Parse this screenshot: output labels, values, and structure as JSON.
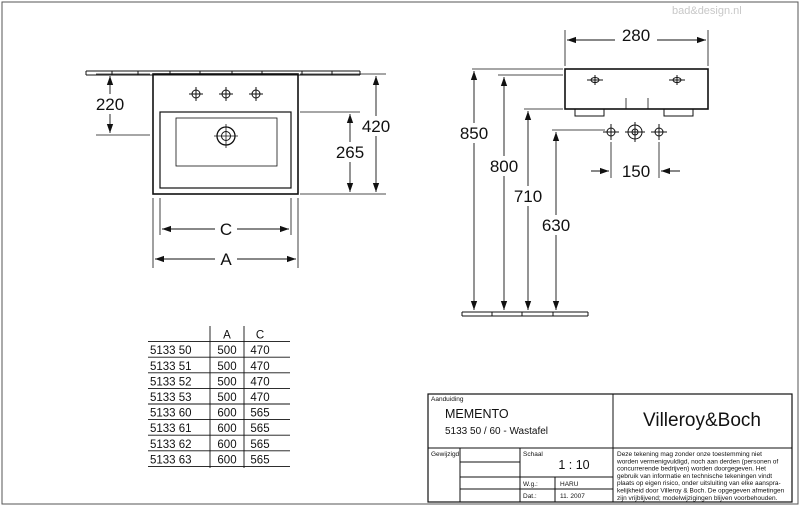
{
  "watermark": "bad&design.nl",
  "front_view": {
    "dim_tap_height": "220",
    "dim_total_height": "420",
    "dim_bowl_height": "265",
    "dim_inner_width": "C",
    "dim_outer_width": "A"
  },
  "side_view": {
    "dim_depth": "280",
    "dim_850": "850",
    "dim_800": "800",
    "dim_710": "710",
    "dim_630": "630",
    "dim_150": "150"
  },
  "variant_table": {
    "headers": [
      "",
      "A",
      "C"
    ],
    "rows": [
      [
        "5133 50",
        "500",
        "470"
      ],
      [
        "5133 51",
        "500",
        "470"
      ],
      [
        "5133 52",
        "500",
        "470"
      ],
      [
        "5133 53",
        "500",
        "470"
      ],
      [
        "5133 60",
        "600",
        "565"
      ],
      [
        "5133 61",
        "600",
        "565"
      ],
      [
        "5133 62",
        "600",
        "565"
      ],
      [
        "5133 63",
        "600",
        "565"
      ]
    ]
  },
  "title_block": {
    "aanduiding_label": "Aanduiding",
    "product_name": "MEMENTO",
    "product_desc": "5133 50 / 60 - Wastafel",
    "brand": "Villeroy&Boch",
    "gewijzigd_label": "Gewijzigd:",
    "schaal_label": "Schaal",
    "schaal_value": "1 : 10",
    "wg_label": "W.g.:",
    "wg_value": "HARU",
    "dat_label": "Dat.:",
    "dat_value": "11. 2007",
    "disclaimer": [
      "Deze tekening mag zonder onze toestemming niet",
      "worden vermenigvuldigd, noch aan derden  (personen of",
      "concurrerende bedrijven) worden doorgegeven. Het",
      "gebruik van informatie en technische tekeningen  vindt",
      "plaats op eigen risico, onder uitsluiting van elke aanspra-",
      "kelijkheid door Villeroy & Boch. De opgegeven afmetingen",
      "zijn vrijblijvend; modelwijzigingen blijven voorbehouden."
    ]
  }
}
